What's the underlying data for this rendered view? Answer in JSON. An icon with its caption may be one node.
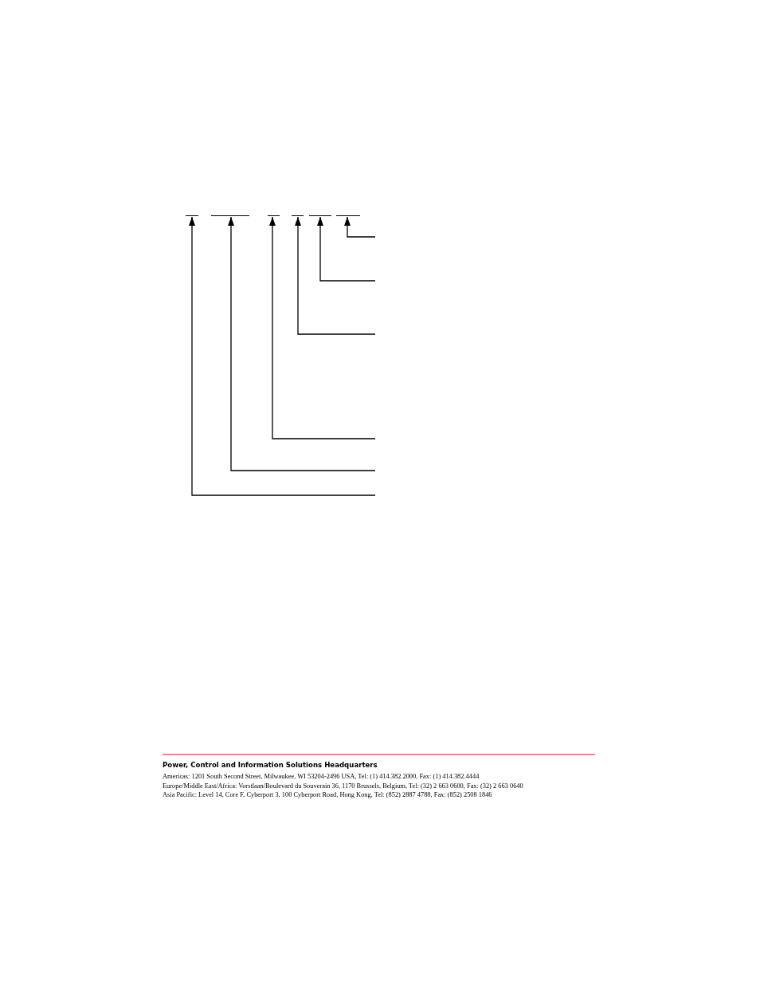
{
  "diagram": {
    "nodes": [
      {
        "text": [],
        "shape": "bar"
      },
      {
        "text": [],
        "shape": "bar"
      },
      {
        "text": [],
        "shape": "bar"
      },
      {
        "text": [],
        "shape": "bar"
      },
      {
        "text": [],
        "shape": "bar"
      },
      {
        "text": [],
        "shape": "bar"
      }
    ],
    "edges": [
      {
        "from": null,
        "to": 5,
        "arrow": "to"
      },
      {
        "from": null,
        "to": 4,
        "arrow": "to"
      },
      {
        "from": null,
        "to": 3,
        "arrow": "to"
      },
      {
        "from": null,
        "to": 2,
        "arrow": "to"
      },
      {
        "from": null,
        "to": 1,
        "arrow": "to"
      },
      {
        "from": null,
        "to": 0,
        "arrow": "to"
      }
    ],
    "labels": [
      "Power, Control and Information Solutions Headquarters",
      "Americas: 1201 South Second Street, Milwaukee, WI 53204-2496 USA, Tel: (1) 414.382.2000, Fax: (1) 414.382.4444",
      "Europe/Middle East/Africa: Vorstlaan/Boulevard du Souverain 36, 1170 Brussels, Belgium, Tel: (32) 2 663 0600, Fax: (32) 2 663 0640",
      "Asia Pacific: Level 14, Core F, Cyberport 3, 100 Cyberport Road, Hong Kong, Tel: (852) 2887 4788, Fax: (852) 2508 1846"
    ]
  }
}
